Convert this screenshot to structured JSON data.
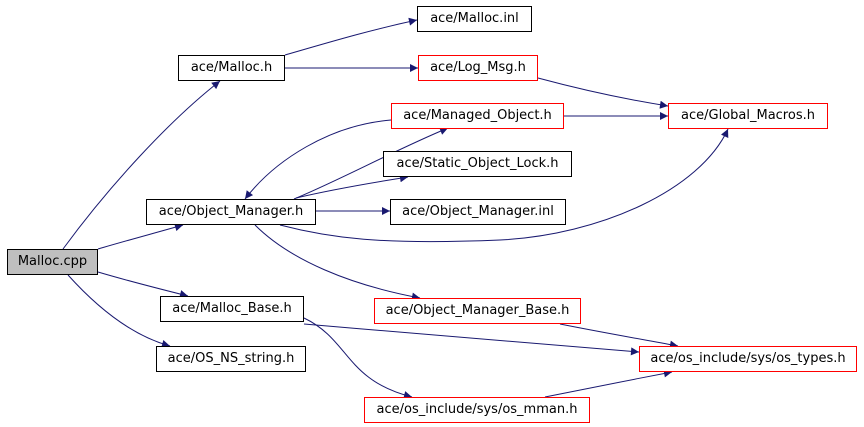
{
  "colors": {
    "edge": "#191970",
    "node_border": "#000000",
    "missing_border": "#ff0000",
    "root_fill": "#bfbfbf"
  },
  "nodes": {
    "malloc_cpp": "Malloc.cpp",
    "malloc_h": "ace/Malloc.h",
    "malloc_inl": "ace/Malloc.inl",
    "log_msg": "ace/Log_Msg.h",
    "global_macros": "ace/Global_Macros.h",
    "managed_object": "ace/Managed_Object.h",
    "static_object_lock": "ace/Static_Object_Lock.h",
    "object_manager": "ace/Object_Manager.h",
    "object_manager_inl": "ace/Object_Manager.inl",
    "object_manager_base": "ace/Object_Manager_Base.h",
    "malloc_base": "ace/Malloc_Base.h",
    "os_types": "ace/os_include/sys/os_types.h",
    "os_ns_string": "ace/OS_NS_string.h",
    "os_mman": "ace/os_include/sys/os_mman.h"
  },
  "edges": [
    [
      "malloc_cpp",
      "malloc_h"
    ],
    [
      "malloc_cpp",
      "object_manager"
    ],
    [
      "malloc_cpp",
      "malloc_base"
    ],
    [
      "malloc_cpp",
      "os_ns_string"
    ],
    [
      "malloc_h",
      "malloc_inl"
    ],
    [
      "malloc_h",
      "log_msg"
    ],
    [
      "log_msg",
      "global_macros"
    ],
    [
      "object_manager",
      "managed_object"
    ],
    [
      "object_manager",
      "static_object_lock"
    ],
    [
      "object_manager",
      "object_manager_inl"
    ],
    [
      "object_manager",
      "global_macros"
    ],
    [
      "object_manager",
      "object_manager_base"
    ],
    [
      "managed_object",
      "global_macros"
    ],
    [
      "managed_object",
      "object_manager"
    ],
    [
      "object_manager_base",
      "os_types"
    ],
    [
      "malloc_base",
      "os_types"
    ],
    [
      "malloc_base",
      "os_mman"
    ],
    [
      "os_mman",
      "os_types"
    ]
  ]
}
